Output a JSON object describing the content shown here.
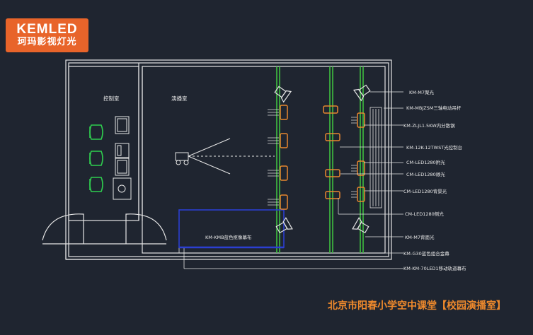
{
  "logo": {
    "brand": "KEMLED",
    "sub": "珂玛影视灯光"
  },
  "rooms": {
    "control": "控制室",
    "studio": "演播室"
  },
  "callouts": [
    "KM-M7聚光",
    "KM-MBJZSM三轴电动吊杆",
    "KM-ZLJL1.5KW内分散钢",
    "KM-12K-12TWST光控制台",
    "CM-LED1280附光",
    "CM-LED1280顺光",
    "CM-LED1280背景光",
    "CM-LED1280侧光",
    "KM-M7背面光",
    "KM-G30蓝色组合金幕",
    "KM-KM-70LED1移动轨道幕布"
  ],
  "screen_label": "KM-KMB蓝色抠像幕布",
  "caption": "北京市阳春小学空中课堂【校园演播室】",
  "colors": {
    "background": "#1f2530",
    "wall": "#e6e6e6",
    "truss": "#3fbf3f",
    "light": "#e8872f",
    "fixture": "#cfcfcf",
    "chair": "#2fcf4f",
    "screen": "#2b3fd1",
    "brand": "#e8642a",
    "caption": "#f08a2c"
  }
}
